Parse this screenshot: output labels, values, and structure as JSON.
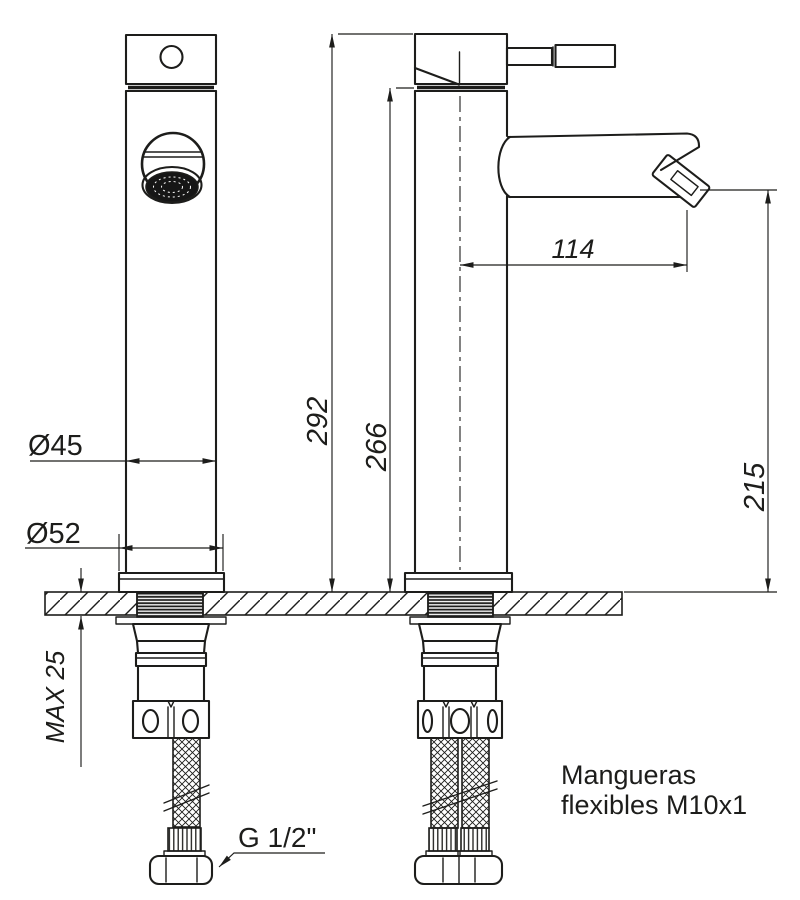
{
  "labels": {
    "dia45": "Ø45",
    "dia52": "Ø52",
    "h292": "292",
    "h266": "266",
    "h215": "215",
    "reach114": "114",
    "max25": "MAX 25",
    "thread": "G 1/2\"",
    "note1": "Mangueras",
    "note2": "flexibles M10x1"
  },
  "colors": {
    "ink": "#1d1d1b",
    "background": "#ffffff"
  }
}
